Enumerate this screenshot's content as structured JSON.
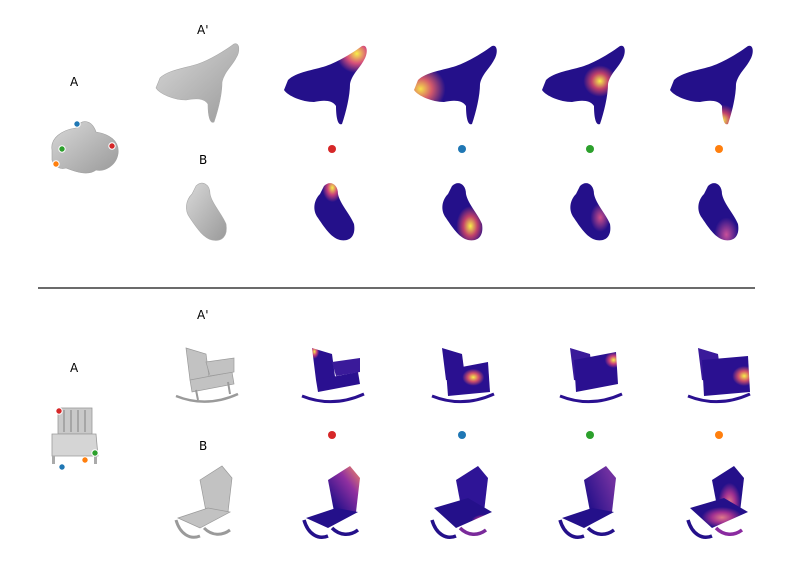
{
  "panels": {
    "top": {
      "label_a": "A",
      "label_a_prime": "A'",
      "label_b": "B"
    },
    "bottom": {
      "label_a": "A",
      "label_a_prime": "A'",
      "label_b": "B"
    }
  },
  "query_points": [
    {
      "name": "red",
      "color": "#d62728"
    },
    {
      "name": "blue",
      "color": "#1f77b4"
    },
    {
      "name": "green",
      "color": "#2ca02c"
    },
    {
      "name": "orange",
      "color": "#ff7f0e"
    }
  ],
  "colormap": {
    "low": "#1a0a7a",
    "mid": "#b0306e",
    "high": "#f5e63b"
  },
  "shape_color": "#bcbcbc",
  "divider_color": "#6b6b6b"
}
